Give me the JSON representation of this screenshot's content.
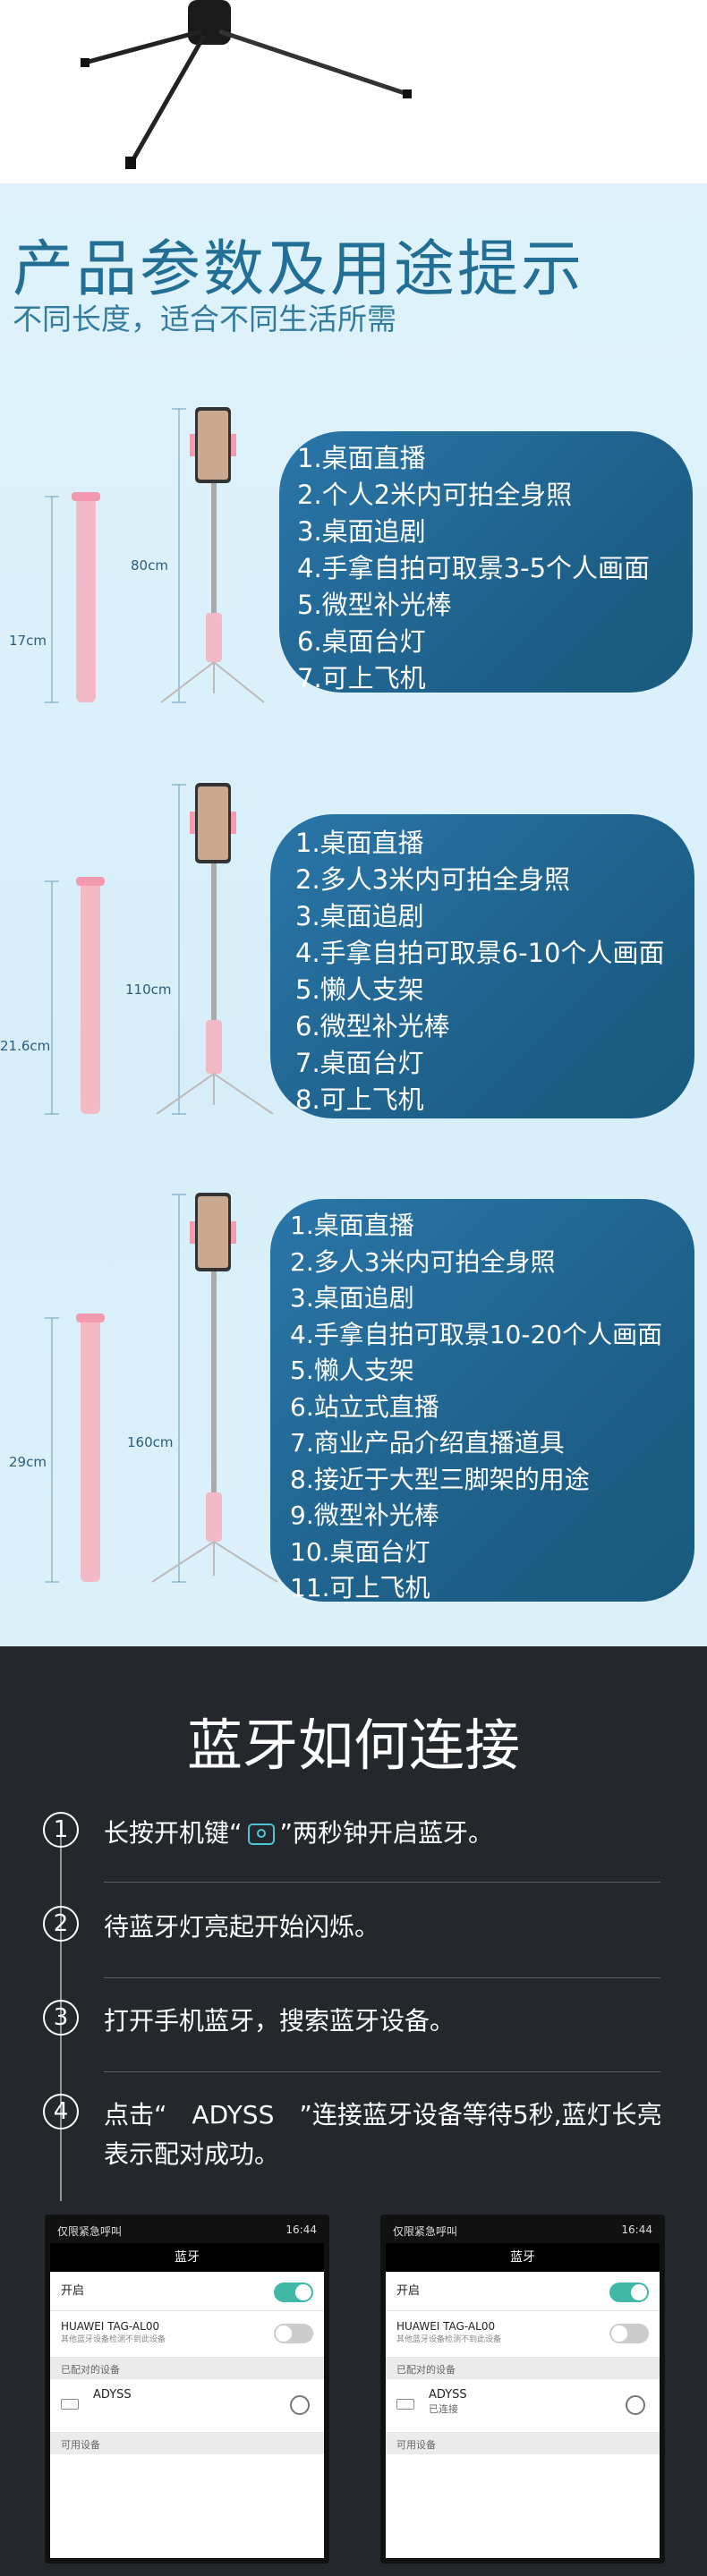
{
  "params": {
    "title": "产品参数及用途提示",
    "subtitle": "不同长度，适合不同生活所需"
  },
  "products": [
    {
      "folded_label": "17cm",
      "extended_label": "80cm",
      "uses": [
        "1.桌面直播",
        "2.个人2米内可拍全身照",
        "3.桌面追剧",
        "4.手拿自拍可取景3-5个人画面",
        "5.微型补光棒",
        "6.桌面台灯",
        "7.可上飞机"
      ]
    },
    {
      "folded_label": "21.6cm",
      "extended_label": "110cm",
      "uses": [
        "1.桌面直播",
        "2.多人3米内可拍全身照",
        "3.桌面追剧",
        "4.手拿自拍可取景6-10个人画面",
        "5.懒人支架",
        "6.微型补光棒",
        "7.桌面台灯",
        "8.可上飞机"
      ]
    },
    {
      "folded_label": "29cm",
      "extended_label": "160cm",
      "uses": [
        "1.桌面直播",
        "2.多人3米内可拍全身照",
        "3.桌面追剧",
        "4.手拿自拍可取景10-20个人画面",
        "5.懒人支架",
        "6.站立式直播",
        "7.商业产品介绍直播道具",
        "8.接近于大型三脚架的用途",
        "9.微型补光棒",
        "10.桌面台灯",
        "11.可上飞机"
      ]
    }
  ],
  "bluetooth": {
    "title": "蓝牙如何连接",
    "steps": [
      {
        "num": "1",
        "text_before": "长按开机键“",
        "text_after": "”两秒钟开启蓝牙。"
      },
      {
        "num": "2",
        "text": "待蓝牙灯亮起开始闪烁。"
      },
      {
        "num": "3",
        "text": "打开手机蓝牙，搜索蓝牙设备。"
      },
      {
        "num": "4",
        "text": "点击“　ADYSS　”连接蓝牙设备等待5秒,蓝灯长亮表示配对成功。"
      }
    ]
  },
  "screenshots": [
    {
      "status_left": "仅限紧急呼叫",
      "status_right": "16:44",
      "header": "蓝牙",
      "enable_label": "开启",
      "device_name": "HUAWEI TAG-AL00",
      "device_note": "其他蓝牙设备检测不到此设备",
      "paired_group": "已配对的设备",
      "paired_device": "ADYSS",
      "paired_status": "",
      "available_group": "可用设备"
    },
    {
      "status_left": "仅限紧急呼叫",
      "status_right": "16:44",
      "header": "蓝牙",
      "enable_label": "开启",
      "device_name": "HUAWEI TAG-AL00",
      "device_note": "其他蓝牙设备检测不到此设备",
      "paired_group": "已配对的设备",
      "paired_device": "ADYSS",
      "paired_status": "已连接",
      "available_group": "可用设备"
    }
  ],
  "colors": {
    "accent_blue": "#1c5e86",
    "title_blue": "#226e95",
    "pink": "#f4b9c7",
    "toggle_on": "#3fb8a8",
    "dark_bg": "#24282d"
  }
}
